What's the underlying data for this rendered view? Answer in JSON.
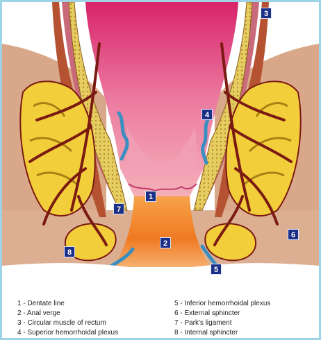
{
  "markers": [
    "1",
    "2",
    "3",
    "4",
    "5",
    "6",
    "7",
    "8"
  ],
  "legend_left": [
    "1 - Dentate line",
    "2 - Anal verge",
    "3 - Circular muscle of rectum",
    "4 - Superior hemorrhoidal plexus"
  ],
  "legend_right": [
    "5 - Inferior hemorrhoidal plexus",
    "6 - External sphincter",
    "7 - Park's ligament",
    "8 - Internal sphincter"
  ],
  "colors": {
    "frame": "#9fd4e6",
    "marker_bg": "#1c2f86",
    "fat": "#f2cf3a",
    "muscle": "#d9bf52",
    "vessel": "#7a1a12",
    "mucosa": "#e8527a",
    "canal": "#f28a2a",
    "tissue": "#d9a88a"
  }
}
